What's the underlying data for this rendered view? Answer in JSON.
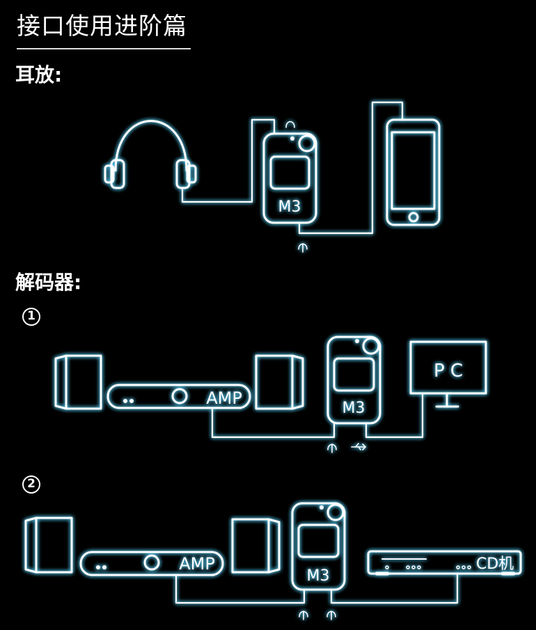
{
  "title": "接口使用进阶篇",
  "sections": {
    "headphone_amp": "耳放:",
    "decoder": "解码器:"
  },
  "steps": [
    "1",
    "2"
  ],
  "devices": {
    "player": "M3",
    "amp": "AMP",
    "pc": "P C",
    "cd": "CD机"
  },
  "colors": {
    "background": "#000000",
    "glow": "#5ad7ff",
    "line": "#ffffff"
  }
}
